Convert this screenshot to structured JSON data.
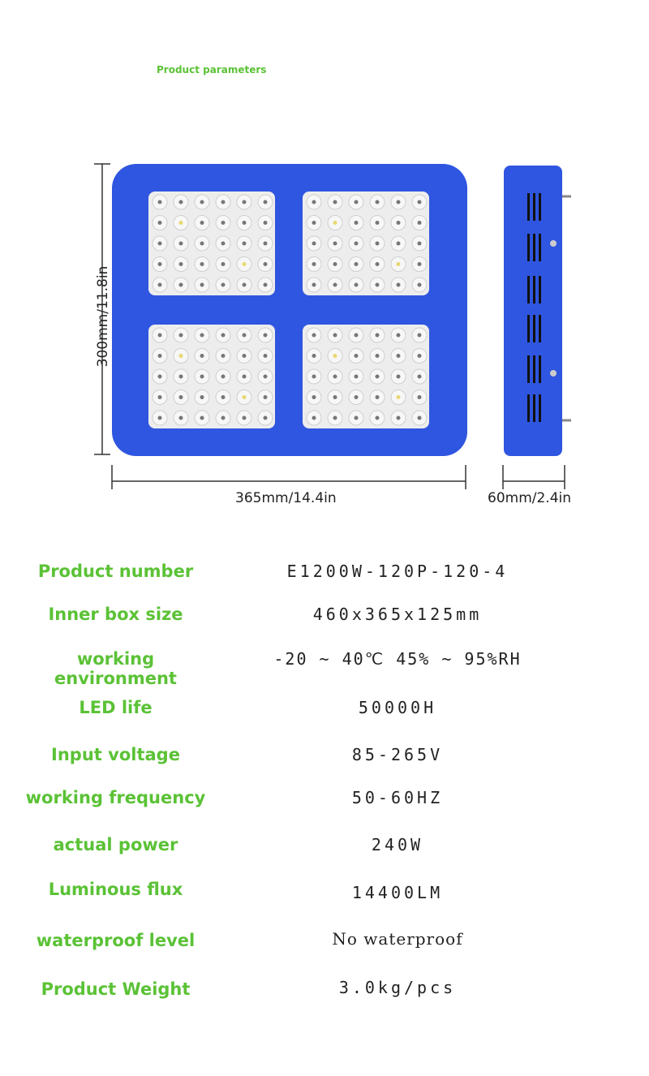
{
  "header": {
    "title": "Product parameters"
  },
  "colors": {
    "accent_green": "#5bc236",
    "body_blue": "#2f56e0",
    "panel_white": "#eeeeee"
  },
  "dimensions": {
    "height": "300mm/11.8in",
    "width": "365mm/14.4in",
    "depth": "60mm/2.4in"
  },
  "specs": [
    {
      "label": "Product number",
      "value": "E1200W-120P-120-4"
    },
    {
      "label": "Inner box size",
      "value": "460x365x125mm"
    },
    {
      "label": "working environment",
      "value": "-20 ~ 40℃    45% ~ 95%RH"
    },
    {
      "label": "LED life",
      "value": "50000H"
    },
    {
      "label": "Input voltage",
      "value": "85-265V"
    },
    {
      "label": "working frequency",
      "value": "50-60HZ"
    },
    {
      "label": "actual power",
      "value": "240W"
    },
    {
      "label": "Luminous flux",
      "value": "14400LM"
    },
    {
      "label": "waterproof level",
      "value": "No waterproof"
    },
    {
      "label": "Product Weight",
      "value": "3.0kg/pcs"
    }
  ]
}
